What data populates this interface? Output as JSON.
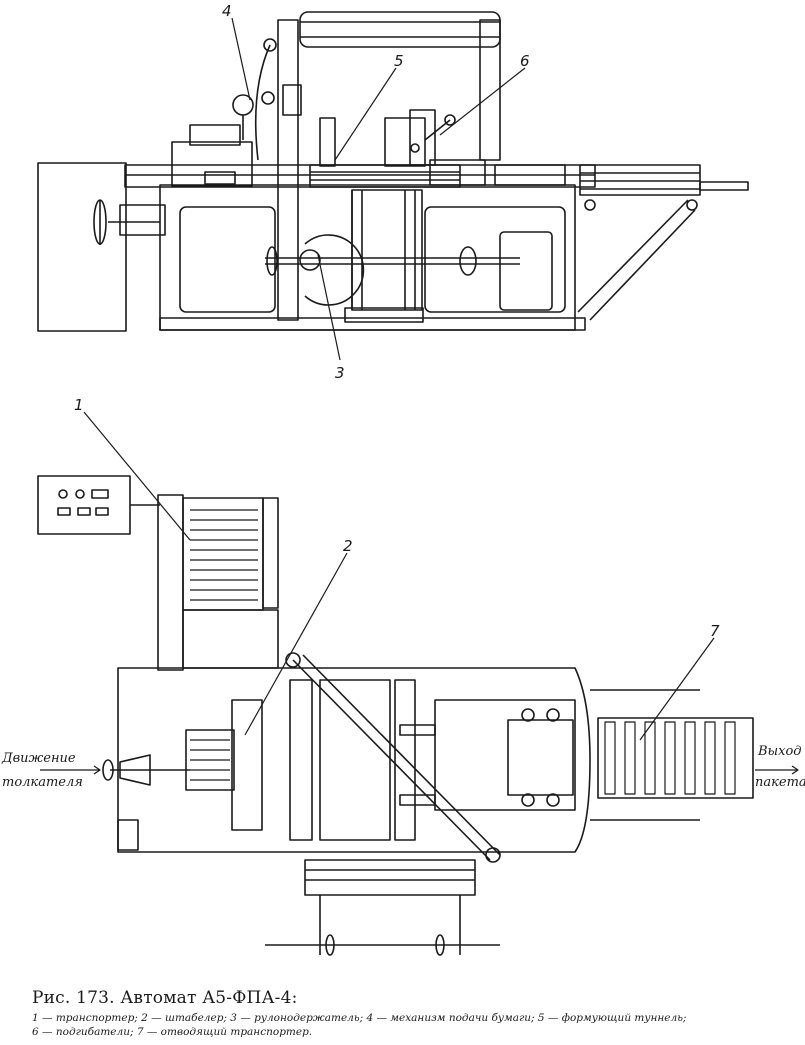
{
  "figure": {
    "caption_title": "Рис. 173. Автомат А5-ФПА-4:",
    "legend_line1": "1 — транспортер; 2 — штабелер; 3 — рулонодержатель; 4 — механизм подачи бумаги; 5 — формующий туннель;",
    "legend_line2": "6 — подгибатели; 7 — отводящий транспортер."
  },
  "callouts": [
    "1",
    "2",
    "3",
    "4",
    "5",
    "6",
    "7"
  ],
  "side_labels": {
    "left_1": "Движение",
    "left_2": "толкателя",
    "right_1": "Выход",
    "right_2": "пакета"
  }
}
